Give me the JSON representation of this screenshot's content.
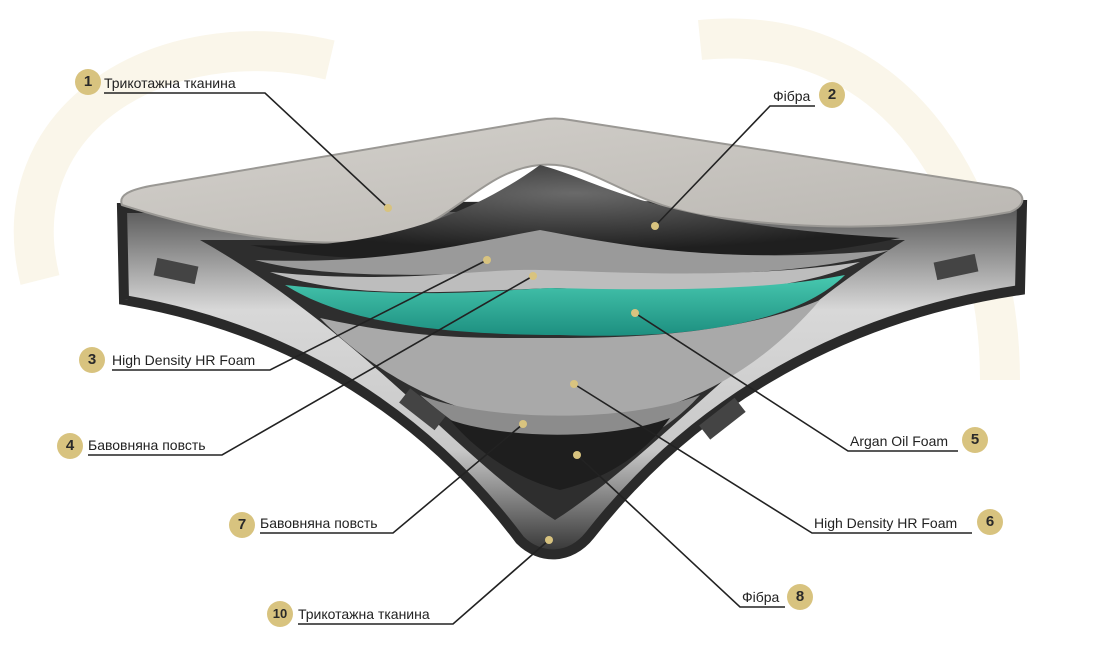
{
  "title": "Mattress layer structure",
  "colors": {
    "badge": "#d8c37f",
    "teal": "#2bb5a0",
    "fabric": "#c9c6c1",
    "dark": "#3a3a3a"
  },
  "layers": [
    {
      "number": "1",
      "label": "Трикотажна тканина"
    },
    {
      "number": "2",
      "label": "Фібра"
    },
    {
      "number": "3",
      "label": "High Density HR Foam"
    },
    {
      "number": "4",
      "label": "Бавовняна повсть"
    },
    {
      "number": "5",
      "label": "Argan Oil Foam"
    },
    {
      "number": "6",
      "label": "High Density HR Foam"
    },
    {
      "number": "7",
      "label": "Бавовняна повсть"
    },
    {
      "number": "8",
      "label": "Фібра"
    },
    {
      "number": "10",
      "label": "Трикотажна тканина"
    }
  ]
}
